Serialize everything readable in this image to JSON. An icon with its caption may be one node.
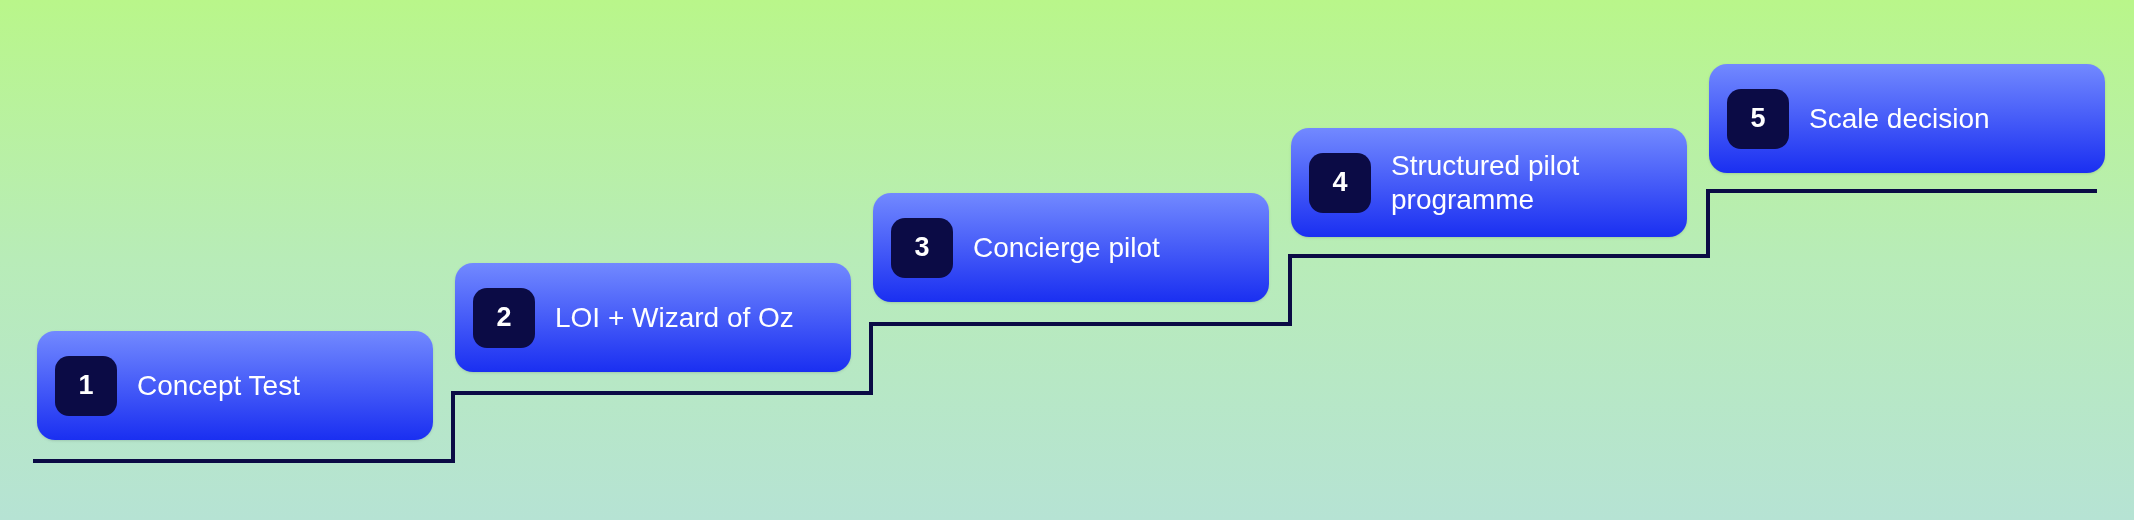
{
  "diagram": {
    "nodes": [
      {
        "text": [
          "1",
          "Concept Test"
        ]
      },
      {
        "text": [
          "2",
          "LOI + Wizard of Oz"
        ]
      },
      {
        "text": [
          "3",
          "Concierge pilot"
        ]
      },
      {
        "text": [
          "4",
          "Structured pilot programme"
        ]
      },
      {
        "text": [
          "5",
          "Scale decision"
        ]
      }
    ],
    "edges": []
  }
}
